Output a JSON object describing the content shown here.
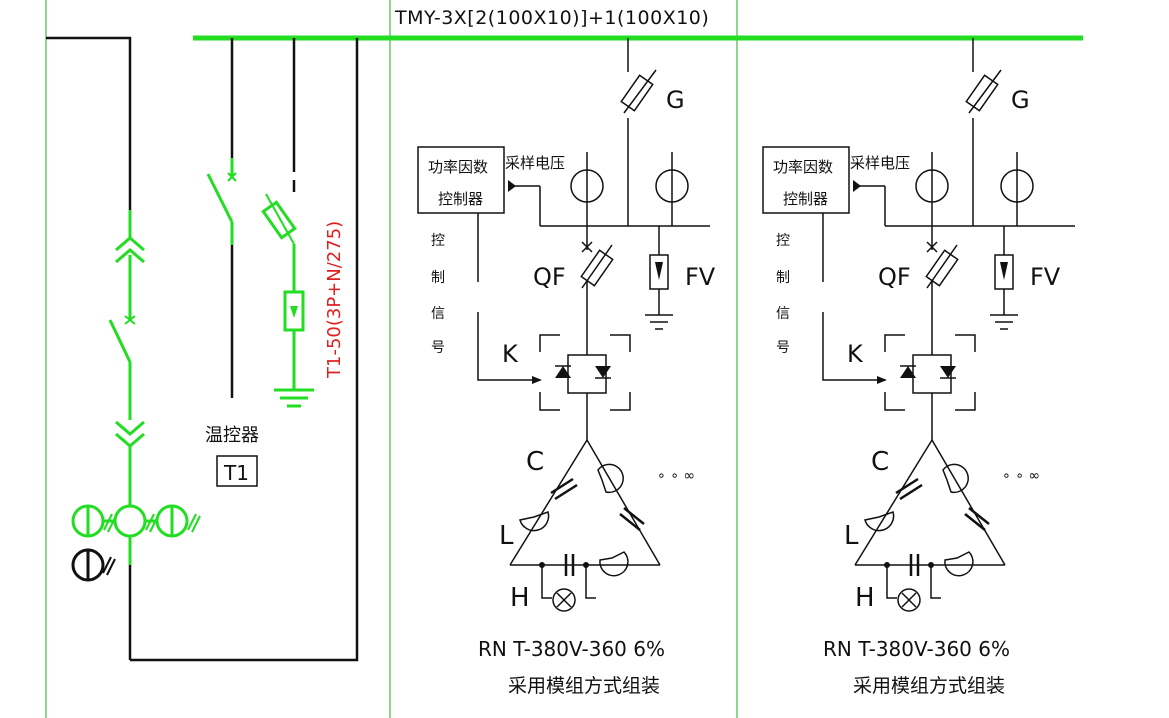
{
  "busbar": {
    "label": "TMY-3X[2(100X10)]+1(100X10)"
  },
  "incoming": {
    "temp_controller_label": "温控器",
    "temp_controller_tag": "T1"
  },
  "surge": {
    "label": "T1-50(3P+N/275)"
  },
  "branches": [
    {
      "g_label": "G",
      "pf_controller_line1": "功率因数",
      "pf_controller_line2": "控制器",
      "sampling_voltage": "采样电压",
      "control_signal": [
        "控",
        "制",
        "信",
        "号"
      ],
      "qf_label": "QF",
      "fv_label": "FV",
      "k_label": "K",
      "c_label": "C",
      "l_label": "L",
      "h_label": "H",
      "more_label": "∘ ∘ ∞",
      "rating": "RN T-380V-360 6%",
      "assembly_note": "采用模组方式组装"
    },
    {
      "g_label": "G",
      "pf_controller_line1": "功率因数",
      "pf_controller_line2": "控制器",
      "sampling_voltage": "采样电压",
      "control_signal": [
        "控",
        "制",
        "信",
        "号"
      ],
      "qf_label": "QF",
      "fv_label": "FV",
      "k_label": "K",
      "c_label": "C",
      "l_label": "L",
      "h_label": "H",
      "more_label": "∘ ∘ ∞",
      "rating": "RN T-380V-360 6%",
      "assembly_note": "采用模组方式组装"
    }
  ],
  "colors": {
    "bus_green": "#22dd22",
    "device_green": "#22dd22",
    "surge_red": "#e02020",
    "line": "#111111",
    "frame_green": "#22aa22"
  }
}
